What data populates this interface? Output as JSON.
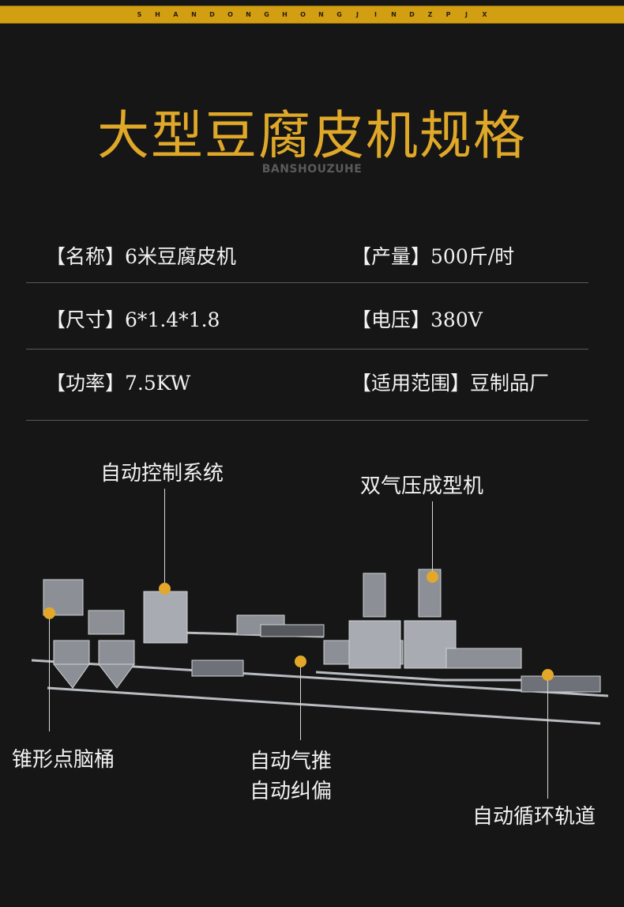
{
  "header_letters": [
    "S",
    "H",
    "A",
    "N",
    "D",
    "O",
    "N",
    "G",
    "H",
    "O",
    "N",
    "G",
    "J",
    "I",
    "N",
    "D",
    "Z",
    "P",
    "J",
    "X"
  ],
  "title": "大型豆腐皮机规格",
  "subtitle": "BANSHOUZUHE",
  "specs": [
    {
      "label": "【名称】",
      "value": "6米豆腐皮机"
    },
    {
      "label": "【产量】",
      "value": "500斤/时"
    },
    {
      "label": "【尺寸】",
      "value": "6*1.4*1.8"
    },
    {
      "label": "【电压】",
      "value": "380V"
    },
    {
      "label": "【功率】",
      "value": "7.5KW"
    },
    {
      "label": "【适用范围】",
      "value": "豆制品厂"
    }
  ],
  "callouts": {
    "control": "自动控制系统",
    "press": "双气压成型机",
    "bucket": "锥形点脑桶",
    "push": "自动气推",
    "correct": "自动纠偏",
    "track": "自动循环轨道"
  },
  "colors": {
    "accent": "#e0a828",
    "bar": "#d39f12",
    "background": "#161616"
  }
}
